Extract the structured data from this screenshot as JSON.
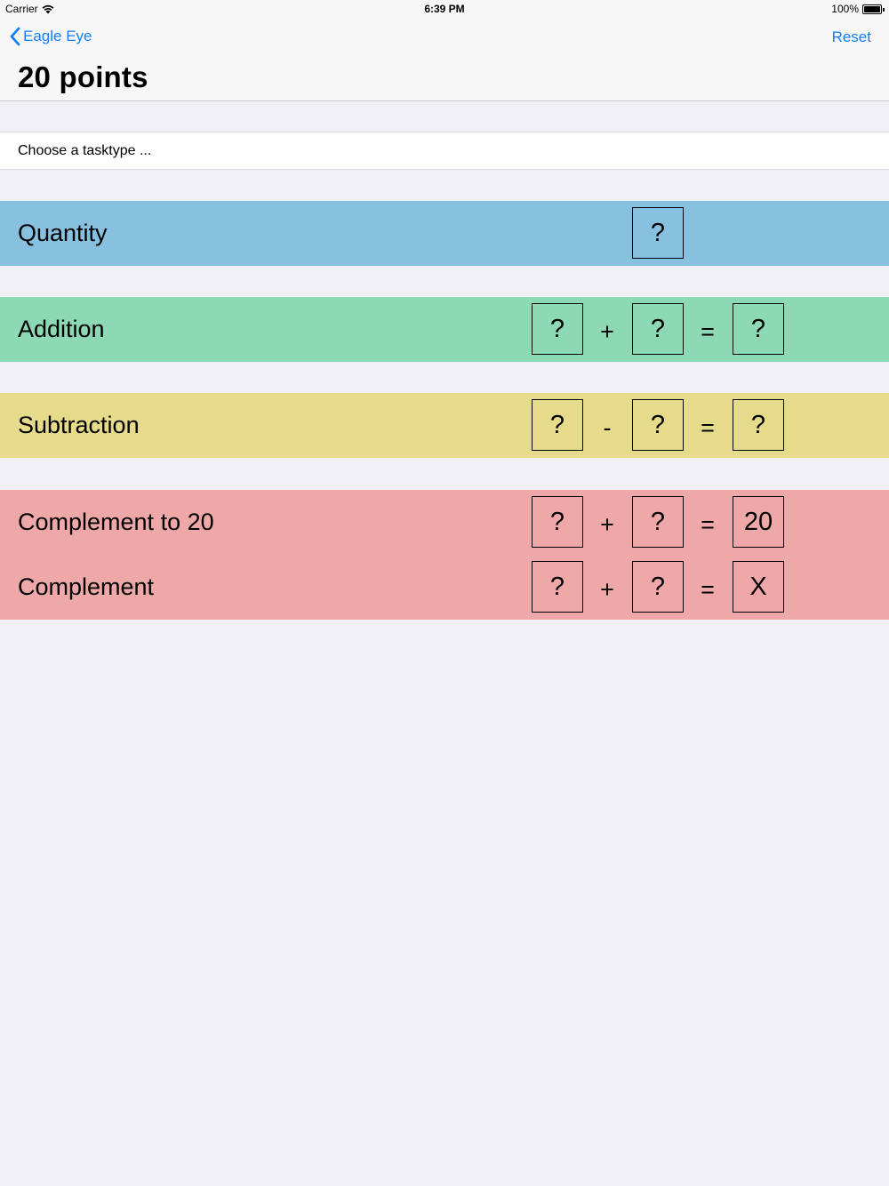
{
  "status_bar": {
    "carrier": "Carrier",
    "time": "6:39 PM",
    "battery": "100%",
    "battery_level": 1.0
  },
  "nav": {
    "back_label": "Eagle Eye",
    "reset_label": "Reset",
    "title": "20 points"
  },
  "choose_label": "Choose a tasktype ...",
  "colors": {
    "accent": "#157efb",
    "quantity": "#88c0df",
    "addition": "#8dd9b6",
    "subtraction": "#e6da8b",
    "complement": "#efa8a8"
  },
  "tasks": {
    "quantity": {
      "label": "Quantity",
      "box1": "?"
    },
    "addition": {
      "label": "Addition",
      "box1": "?",
      "op": "+",
      "box2": "?",
      "eq": "=",
      "box3": "?"
    },
    "subtraction": {
      "label": "Subtraction",
      "box1": "?",
      "op": "-",
      "box2": "?",
      "eq": "=",
      "box3": "?"
    },
    "complement_to_20": {
      "label": "Complement to 20",
      "box1": "?",
      "op": "+",
      "box2": "?",
      "eq": "=",
      "box3": "20"
    },
    "complement": {
      "label": "Complement",
      "box1": "?",
      "op": "+",
      "box2": "?",
      "eq": "=",
      "box3": "X"
    }
  }
}
